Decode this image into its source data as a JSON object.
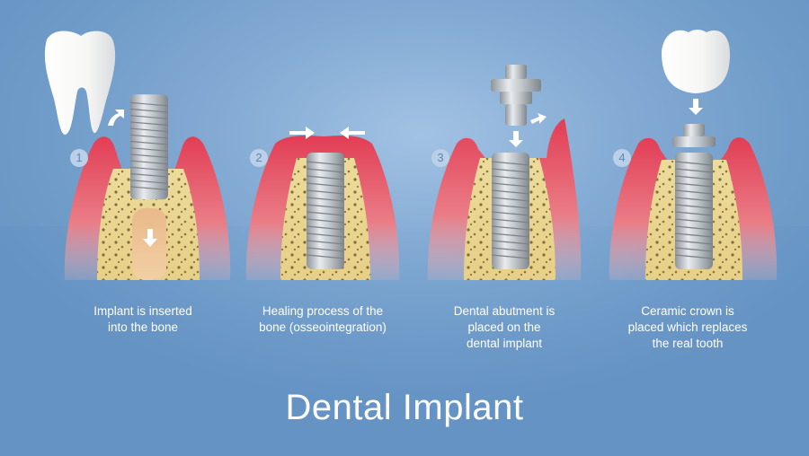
{
  "title": "Dental Implant",
  "steps": [
    {
      "number": "1",
      "caption": "Implant is inserted\ninto the bone"
    },
    {
      "number": "2",
      "caption": "Healing process of the\nbone (osseointegration)"
    },
    {
      "number": "3",
      "caption": "Dental abutment is\nplaced on the\ndental implant"
    },
    {
      "number": "4",
      "caption": "Ceramic crown is\nplaced which replaces\nthe real tooth"
    }
  ],
  "colors": {
    "background": "#6b98c7",
    "gum": "#e0445a",
    "bone": "#e8d58e",
    "implant": "#b7bcc2",
    "text": "#ffffff"
  }
}
